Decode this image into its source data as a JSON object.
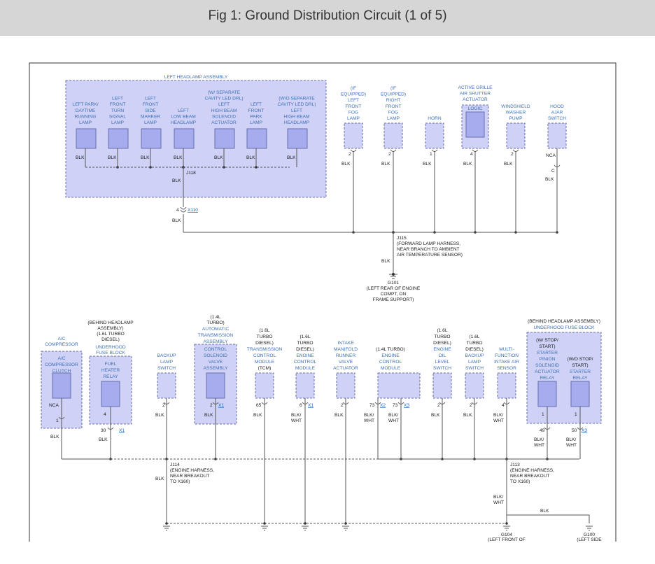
{
  "page": {
    "title": "Fig 1: Ground Distribution Circuit (1 of 5)"
  },
  "diagram": {
    "left_headlamp_assembly": "LEFT HEADLAMP ASSEMBLY",
    "blk": "BLK",
    "blk_wht_1": "BLK/",
    "blk_wht_2": "WHT",
    "nca": "NCA",
    "top_components": [
      [
        "LEFT PARK/",
        "DAYTIME",
        "RUNNING",
        "LAMP"
      ],
      [
        "LEFT",
        "FRONT",
        "TURN",
        "SIGNAL",
        "LAMP"
      ],
      [
        "LEFT",
        "FRONT",
        "SIDE",
        "MARKER",
        "LAMP"
      ],
      [
        "LEFT",
        "LOW BEAM",
        "HEADLAMP"
      ],
      [
        "(W/ SEPARATE",
        "CAVITY LED DRL)",
        "LEFT",
        "HIGH BEAM",
        "SOLENOID",
        "ACTUATOR"
      ],
      [
        "LEFT",
        "FRONT",
        "PARK",
        "LAMP"
      ],
      [
        "(W/O SEPARATE",
        "CAVITY LED DRL)",
        "LEFT",
        "HIGH BEAM",
        "HEADLAMP"
      ],
      [
        "(IF",
        "EQUIPPED)",
        "LEFT",
        "FRONT",
        "FOG",
        "LAMP"
      ],
      [
        "(IF",
        "EQUIPPED)",
        "RIGHT",
        "FRONT",
        "FOG",
        "LAMP"
      ],
      [
        "HORN"
      ],
      [
        "ACTIVE GRILLE",
        "AIR SHUTTER",
        "ACTUATOR"
      ],
      [
        "WINDSHIELD",
        "WASHER",
        "PUMP"
      ],
      [
        "HOOD",
        "AJAR",
        "SWITCH"
      ]
    ],
    "logic": "LOGIC",
    "j118": "J118",
    "pin4": "4",
    "x110": "X110",
    "j115": "J115",
    "j115_note": [
      "(FORWARD LAMP HARNESS,",
      "NEAR BRANCH TO AMBIENT",
      "AIR TEMPERATURE SENSOR)"
    ],
    "g101": "G101",
    "g101_note": [
      "(LEFT REAR OF ENGINE",
      "COMPT, ON",
      "FRAME SUPPORT)"
    ],
    "pin_2": "2",
    "pin_1": "1",
    "pin_c": "C",
    "bottom_components": [
      [
        "A/C",
        "COMPRESSOR",
        "CLUTCH"
      ],
      [
        "FUEL",
        "HEATER",
        "RELAY"
      ],
      [
        "BACKUP",
        "LAMP",
        "SWITCH"
      ],
      [
        "CONTROL",
        "SOLENOID",
        "VALVE",
        "ASSEMBLY"
      ],
      [
        "(1.6L",
        "TURBO",
        "DIESEL)",
        "TRANSMISSION",
        "CONTROL",
        "MODULE",
        "(TCM)"
      ],
      [
        "(1.6L",
        "TURBO",
        "DIESEL)",
        "ENGINE",
        "CONTROL",
        "MODULE"
      ],
      [
        "INTAKE",
        "MANIFOLD",
        "RUNNER",
        "VALVE",
        "ACTUATOR"
      ],
      [
        "(1.4L TURBO)",
        "ENGINE",
        "CONTROL",
        "MODULE"
      ],
      [
        "(1.6L",
        "TURBO",
        "DIESEL)",
        "ENGINE",
        "OIL",
        "LEVEL",
        "SWITCH"
      ],
      [
        "(1.6L",
        "TURBO",
        "DIESEL)",
        "BACKUP",
        "LAMP",
        "SWITCH"
      ],
      [
        "MULTI-",
        "FUNCTION",
        "INTAKE AIR",
        "SENSOR"
      ],
      [
        "(W/ STOP/",
        "START)",
        "STARTER",
        "PINION",
        "SOLENOID",
        "ACTUATOR",
        "RELAY"
      ],
      [
        "(W/O STOP/",
        "START)",
        "STARTER",
        "RELAY"
      ]
    ],
    "ac_compressor_head": [
      "A/C",
      "COMPRESSOR"
    ],
    "behind_headlamp_left": [
      "(BEHIND HEADLAMP",
      "ASSEMBLY)",
      "(1.6L TURBO",
      "DIESEL)"
    ],
    "underhood_fuse_block": [
      "UNDERHOOD",
      "FUSE BLOCK"
    ],
    "tcm_head": [
      "(1.4L",
      "TURBO)",
      "AUTOMATIC",
      "TRANSMISSION",
      "ASSEMBLY"
    ],
    "behind_headlamp_right": "(BEHIND HEADLAMP ASSEMBLY)",
    "underhood_fuse_block_right": "UNDERHOOD FUSE BLOCK",
    "pins": {
      "p30": "30",
      "p65": "65",
      "p6": "6",
      "p73": "73",
      "p49": "49",
      "p50": "50"
    },
    "connectors": {
      "x1": "X1",
      "x2": "X2",
      "x3": "X3"
    },
    "j114": "J114",
    "j114_note": [
      "(ENGINE HARNESS,",
      "NEAR BREAKOUT",
      "TO X160)"
    ],
    "j113": "J113",
    "j113_note": [
      "(ENGINE HARNESS,",
      "NEAR BREAKOUT",
      "TO X160)"
    ],
    "g104": "G104",
    "g104_note": "(LEFT FRONT OF",
    "g100": "G100",
    "g100_note": "(LEFT SIDE"
  },
  "colors": {
    "component_fill": "#aeb3f0",
    "component_stroke": "#6a6fa8",
    "assembly_fill": "#cfd2f6",
    "label": "#3d6fb8"
  }
}
